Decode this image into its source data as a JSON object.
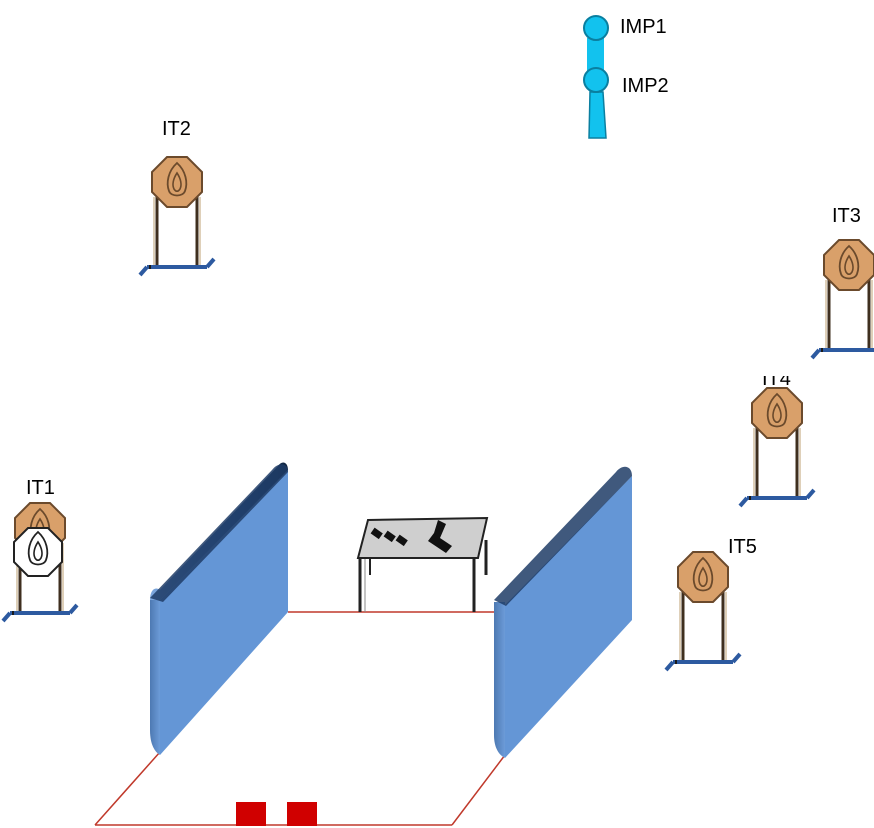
{
  "targets": [
    {
      "id": "t1",
      "label": "IT1",
      "style": "white-over-brown"
    },
    {
      "id": "t2",
      "label": "IT2",
      "style": "brown"
    },
    {
      "id": "t3",
      "label": "IT3",
      "style": "brown"
    },
    {
      "id": "t4",
      "label": "IT4",
      "style": "brown"
    },
    {
      "id": "t5",
      "label": "IT5",
      "style": "brown"
    }
  ],
  "poppers": [
    {
      "id": "p1",
      "label": "IMP1"
    },
    {
      "id": "p2",
      "label": "IMP2"
    }
  ],
  "colors": {
    "target_brown": "#d9a06a",
    "target_stroke": "#6b4a2c",
    "stand_post": "#3f2f1f",
    "stand_base": "#2d5aa0",
    "popper": "#12c2ee",
    "wall_face": "#6496d6",
    "wall_edge": "#1f3c66",
    "table_top": "#cfcfcf",
    "fault_line": "#c0392b",
    "start_marker": "#d00000"
  }
}
